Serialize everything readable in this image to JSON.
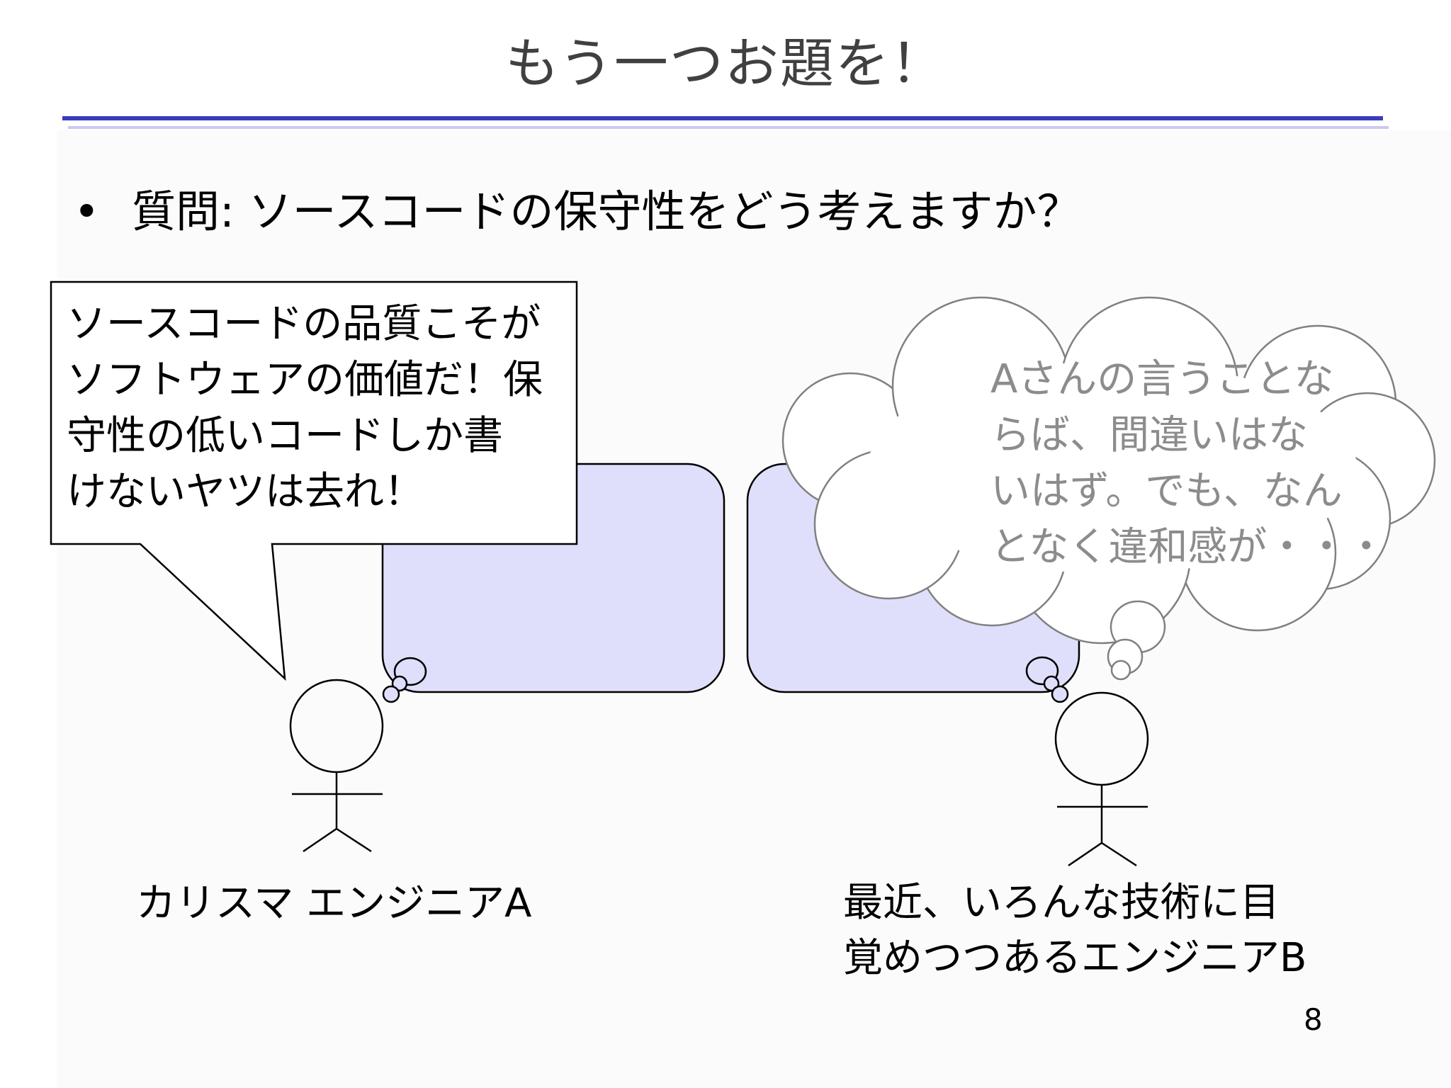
{
  "slide": {
    "title": "もう一つお題を！",
    "bullet_symbol": "•",
    "bullet_text": "質問: ソースコードの保守性をどう考えますか？",
    "page_number": "8"
  },
  "engineer_a": {
    "speech": "ソースコードの品質こそが\nソフトウェアの価値だ！保\n守性の低いコードしか書\nけないヤツは去れ！",
    "label": "カリスマ エンジニアA"
  },
  "engineer_b": {
    "thought": "Aさんの言うことな\nらば、間違いはな\nいはず。でも、なん\nとなく違和感が・・・",
    "label": "最近、いろんな技術に目\n覚めつつあるエンジニアB"
  },
  "colors": {
    "title_rule": "#3b3bbd",
    "thought_bubble_fill": "#dfdffb",
    "thought_text": "#8c8c8c"
  }
}
